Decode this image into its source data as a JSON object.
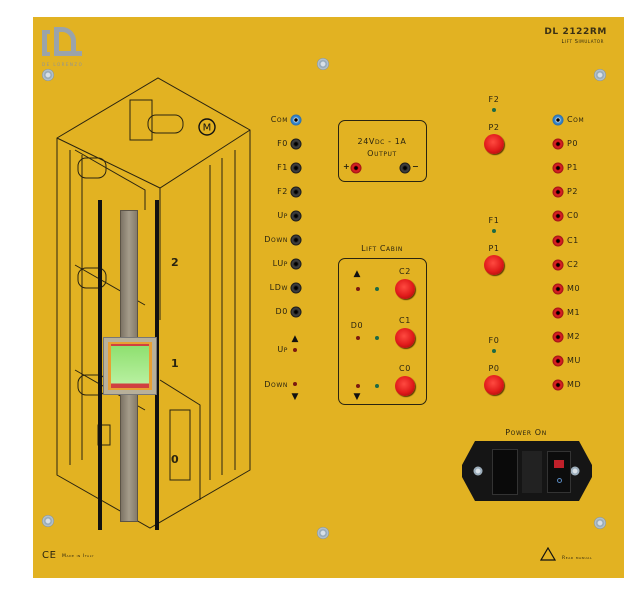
{
  "brand": {
    "logo_text": "DE LORENZO",
    "model": "DL 2122RM",
    "subtitle": "Lift Simulator"
  },
  "lift_drawing": {
    "motor_label": "M",
    "floors": [
      "2",
      "1",
      "0"
    ]
  },
  "left_jacks": [
    {
      "label": "Com",
      "color": "blue"
    },
    {
      "label": "F0",
      "color": "black"
    },
    {
      "label": "F1",
      "color": "black"
    },
    {
      "label": "F2",
      "color": "black"
    },
    {
      "label": "Up",
      "color": "black"
    },
    {
      "label": "Down",
      "color": "black"
    },
    {
      "label": "LUp",
      "color": "black"
    },
    {
      "label": "LDw",
      "color": "black"
    },
    {
      "label": "D0",
      "color": "black"
    }
  ],
  "direction_leds": {
    "up": "Up",
    "down": "Down",
    "up_arrow": "▲",
    "down_arrow": "▼"
  },
  "output": {
    "rating": "24Vdc - 1A",
    "label": "Output",
    "plus": "+",
    "minus": "−"
  },
  "lift_cabin": {
    "title": "Lift Cabin",
    "door_label": "D0",
    "up_arrow": "▲",
    "down_arrow": "▼",
    "buttons": [
      "C2",
      "C1",
      "C0"
    ]
  },
  "floor_panel": [
    {
      "led": "F2",
      "button": "P2"
    },
    {
      "led": "F1",
      "button": "P1"
    },
    {
      "led": "F0",
      "button": "P0"
    }
  ],
  "right_jacks": [
    {
      "label": "Com",
      "color": "blue"
    },
    {
      "label": "P0",
      "color": "red"
    },
    {
      "label": "P1",
      "color": "red"
    },
    {
      "label": "P2",
      "color": "red"
    },
    {
      "label": "C0",
      "color": "red"
    },
    {
      "label": "C1",
      "color": "red"
    },
    {
      "label": "C2",
      "color": "red"
    },
    {
      "label": "M0",
      "color": "red"
    },
    {
      "label": "M1",
      "color": "red"
    },
    {
      "label": "M2",
      "color": "red"
    },
    {
      "label": "MU",
      "color": "red"
    },
    {
      "label": "MD",
      "color": "red"
    }
  ],
  "power": {
    "label": "Power On"
  },
  "footer": {
    "ce": "CE",
    "made_in": "Made in Italy",
    "warning": "Read manual"
  },
  "colors": {
    "panel": "#e2b222",
    "jack_red": "#e0262a",
    "jack_blue": "#3b8fd6"
  }
}
